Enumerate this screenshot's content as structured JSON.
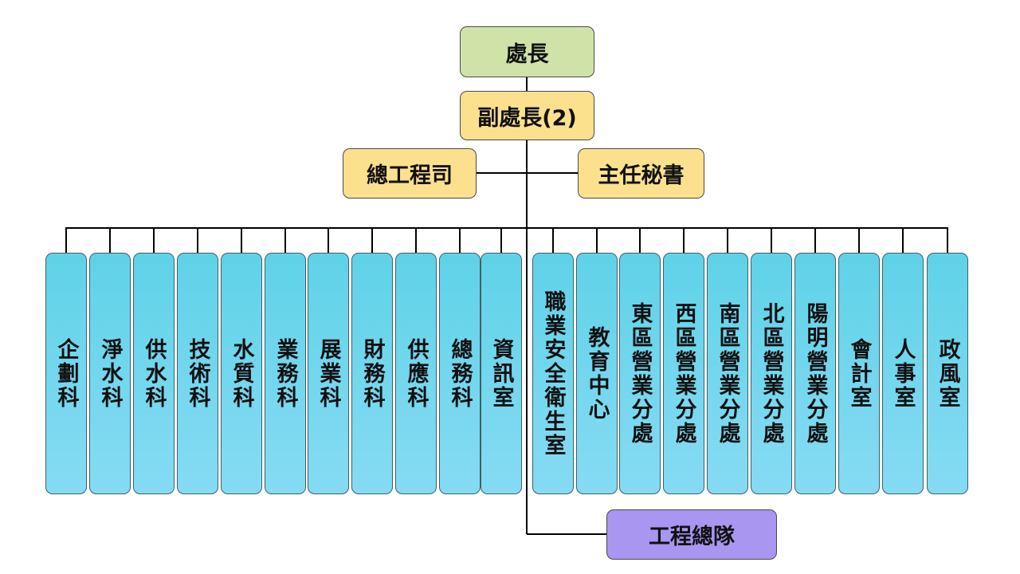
{
  "top": {
    "director": "處長",
    "deputy": "副處長(2)"
  },
  "staff": {
    "chief_engineer": "總工程司",
    "chief_secretary": "主任秘書"
  },
  "units": [
    "企劃科",
    "淨水科",
    "供水科",
    "技術科",
    "水質科",
    "業務科",
    "展業科",
    "財務科",
    "供應科",
    "總務科",
    "資訊室",
    "職業安全衛生室",
    "教育中心",
    "東區營業分處",
    "西區營業分處",
    "南區營業分處",
    "北區營業分處",
    "陽明營業分處",
    "會計室",
    "人事室",
    "政風室"
  ],
  "engineering_corps": "工程總隊",
  "colors": {
    "director": "#cfe3a8",
    "deputy": "#fbe08e",
    "staff": "#fbe08e",
    "units": "#6fd6ee",
    "engineering_corps": "#a896f0"
  }
}
